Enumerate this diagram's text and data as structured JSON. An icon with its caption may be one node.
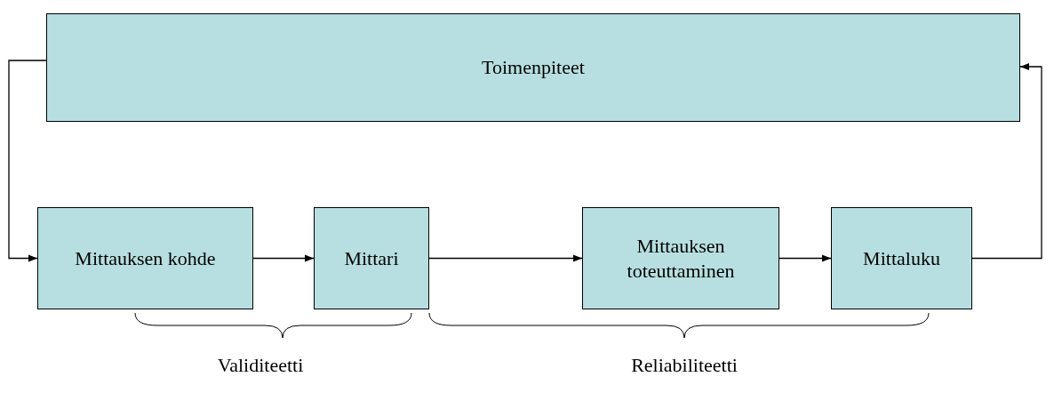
{
  "diagram": {
    "nodes": [
      {
        "text": [
          "Toimenpiteet"
        ]
      },
      {
        "text": [
          "Mittauksen kohde"
        ]
      },
      {
        "text": [
          "Mittari"
        ]
      },
      {
        "text": [
          "Mittauksen toteuttaminen"
        ]
      },
      {
        "text": [
          "Mittaluku"
        ]
      }
    ],
    "edges": [
      {
        "from": 0,
        "to": 1,
        "arrow": "to"
      },
      {
        "from": 1,
        "to": 2,
        "arrow": "to"
      },
      {
        "from": 2,
        "to": 3,
        "arrow": "to"
      },
      {
        "from": 3,
        "to": 4,
        "arrow": "to"
      },
      {
        "from": 4,
        "to": 0,
        "arrow": "to"
      }
    ],
    "labels": [
      "Validiteetti",
      "Reliabiliteetti"
    ]
  }
}
